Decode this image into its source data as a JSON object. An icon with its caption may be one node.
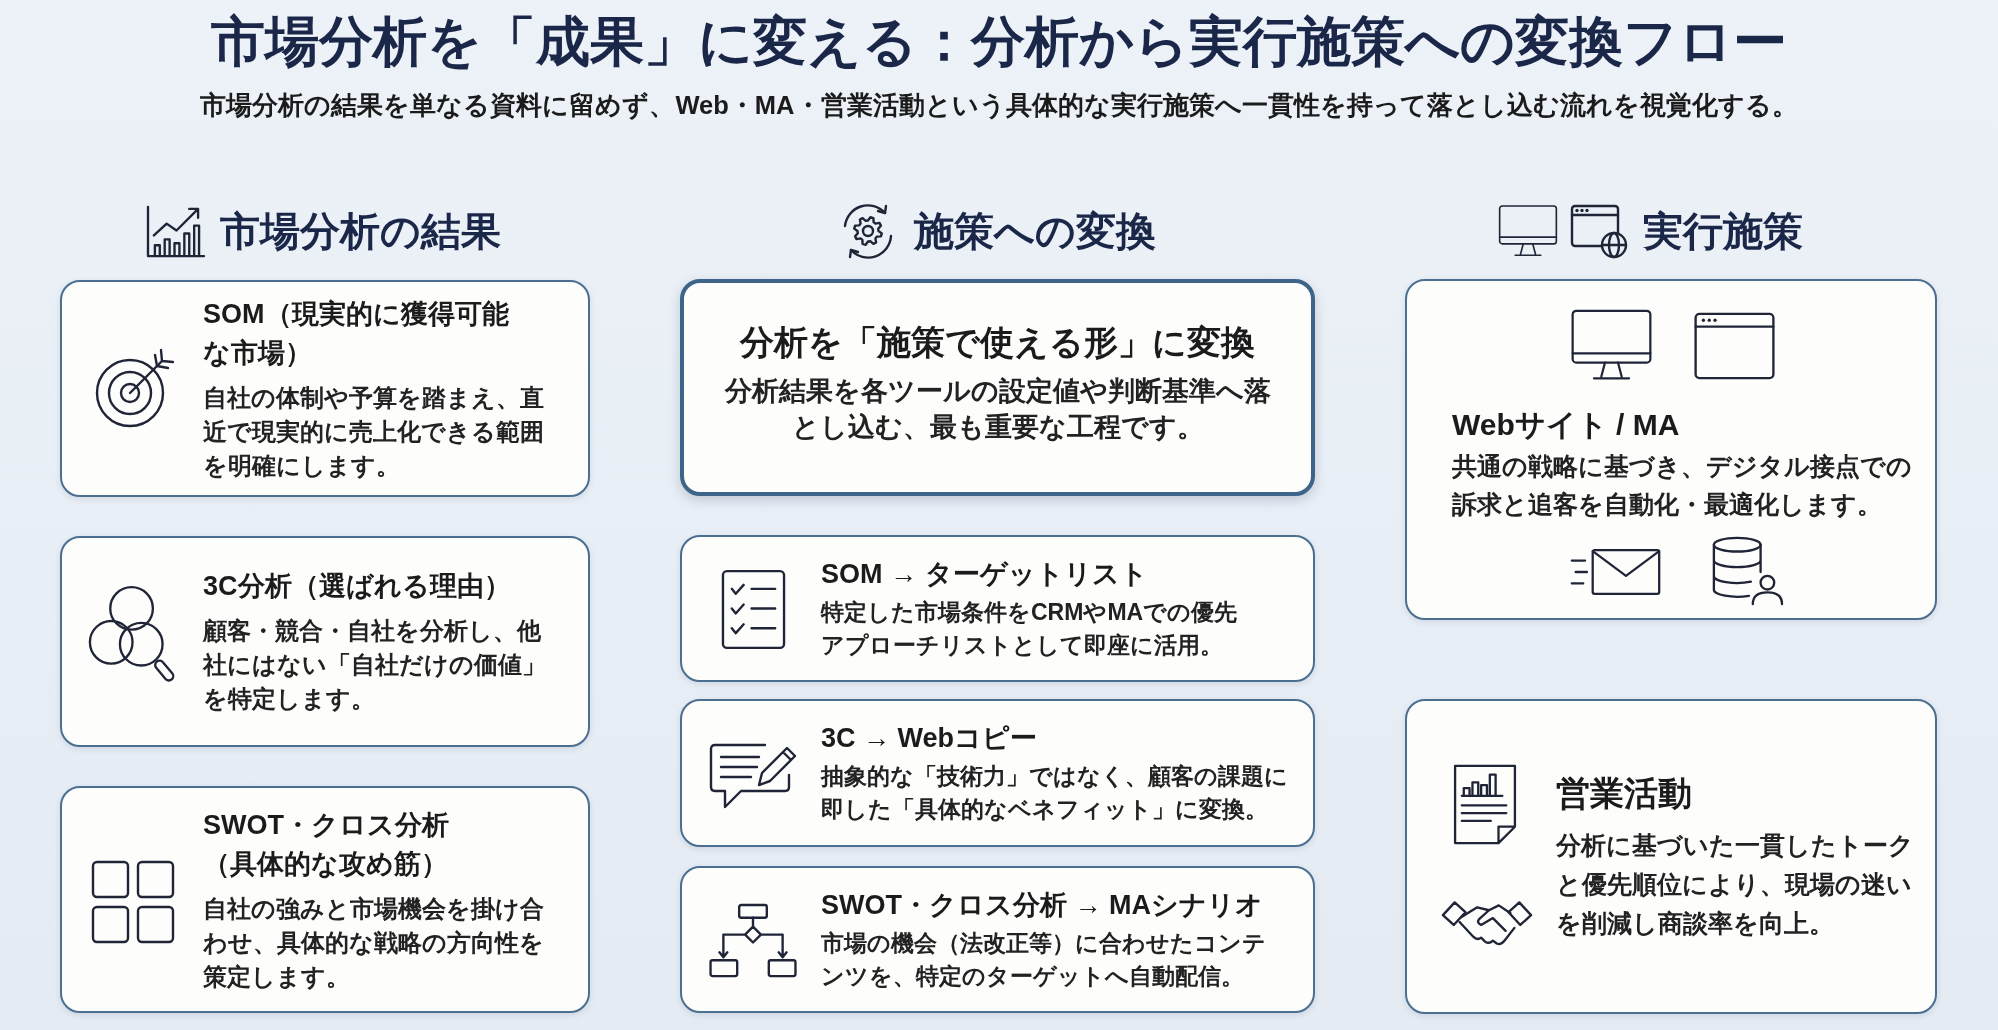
{
  "diagram": {
    "title": "市場分析を「成果」に変える：分析から実行施策への変換フロー",
    "nodes": [
      {
        "text": [
          "SOM（現実的に獲得可能な市場）",
          "自社の体制や予算を踏まえ、直近で現実的に売上化できる範囲を明確にします。"
        ]
      },
      {
        "text": [
          "3C分析（選ばれる理由）",
          "顧客・競合・自社を分析し、他社にはない「自社だけの価値」を特定します。"
        ]
      },
      {
        "text": [
          "SWOT・クロス分析（具体的な攻め筋）",
          "自社の強みと市場機会を掛け合わせ、具体的な戦略の方向性を策定します。"
        ]
      },
      {
        "text": [
          "分析を「施策で使える形」に変換",
          "分析結果を各ツールの設定値や判断基準へ落とし込む、最も重要な工程です。"
        ]
      },
      {
        "text": [
          "SOM → ターゲットリスト",
          "特定した市場条件をCRMやMAでの優先アプローチリストとして即座に活用。"
        ]
      },
      {
        "text": [
          "3C → Webコピー",
          "抽象的な「技術力」ではなく、顧客の課題に即した「具体的なベネフィット」に変換。"
        ]
      },
      {
        "text": [
          "SWOT・クロス分析 → MAシナリオ",
          "市場の機会（法改正等）に合わせたコンテンツを、特定のターゲットへ自動配信。"
        ]
      },
      {
        "text": [
          "Webサイト / MA",
          "共通の戦略に基づき、デジタル接点での訴求と追客を自動化・最適化します。"
        ]
      },
      {
        "text": [
          "営業活動",
          "分析に基づいた一貫したトークと優先順位により、現場の迷いを削減し商談率を向上。"
        ]
      }
    ],
    "labels": [
      "市場分析の結果を単なる資料に留めず、Web・MA・営業活動という具体的な実行施策へ一貫性を持って落とし込む流れを視覚化する。",
      "市場分析の結果",
      "施策への変換",
      "実行施策"
    ]
  }
}
